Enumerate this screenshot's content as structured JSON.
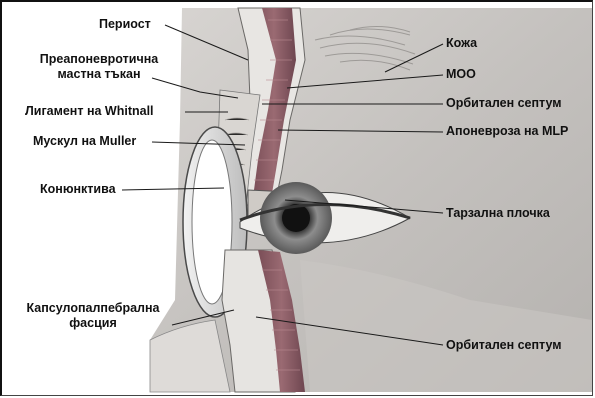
{
  "labels": {
    "periost": "Периост",
    "preaponeurotic_fat_line1": "Преапоневротична",
    "preaponeurotic_fat_line2": "мастна тъкан",
    "whitnall_ligament": "Лигамент на Whitnall",
    "muller_muscle": "Мускул на Muller",
    "conjunctiva": "Конюнктива",
    "capsulopalpebral_fascia_line1": "Капсулопалпебрална",
    "capsulopalpebral_fascia_line2": "фасция",
    "skin": "Кожа",
    "moo": "МОО",
    "orbital_septum_upper": "Орбитален септум",
    "levator_aponeurosis": "Апоневроза на MLP",
    "tarsal_plate": "Тарзална плочка",
    "orbital_septum_lower": "Орбитален септум"
  }
}
